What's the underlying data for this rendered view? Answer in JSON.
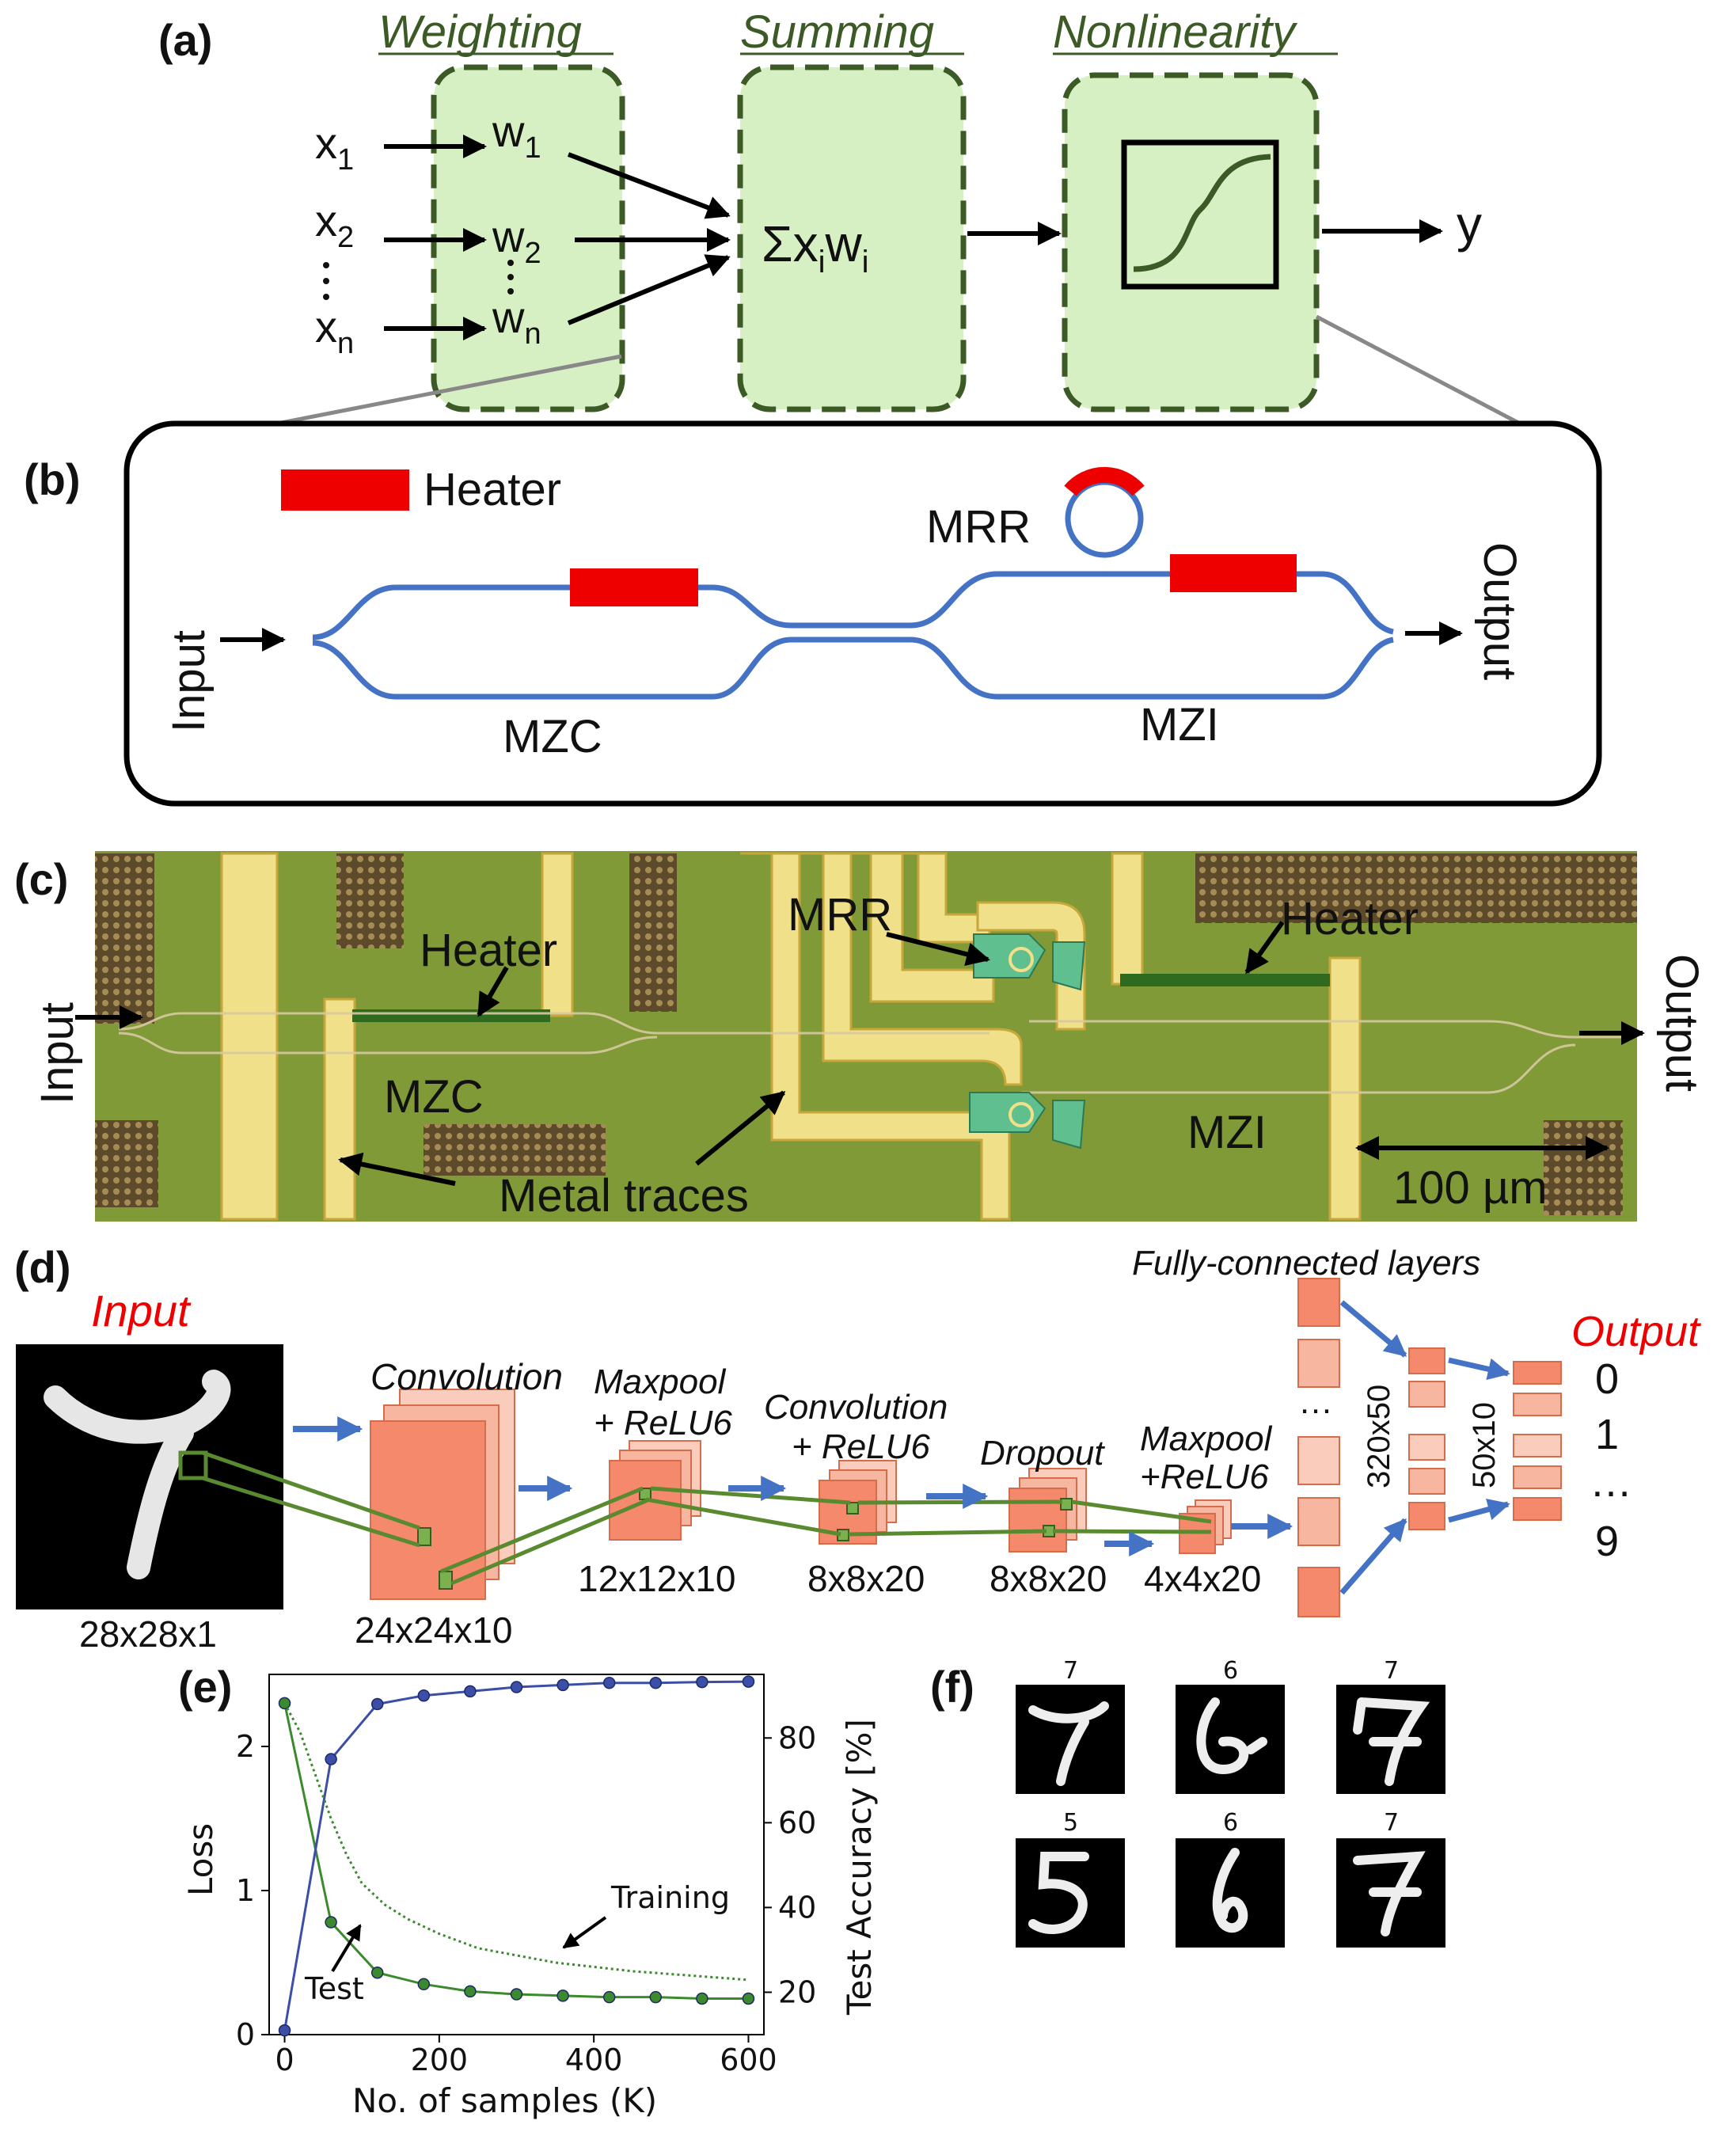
{
  "panel_a": {
    "label": "(a)",
    "stage_weighting": "Weighting",
    "stage_summing": "Summing",
    "stage_nonlinearity": "Nonlinearity",
    "x1": "x",
    "x1_sub": "1",
    "x2": "x",
    "x2_sub": "2",
    "xn": "x",
    "xn_sub": "n",
    "w1": "w",
    "w1_sub": "1",
    "w2": "w",
    "w2_sub": "2",
    "wn": "w",
    "wn_sub": "n",
    "sum_sigma": "Σx",
    "sum_i1": "i",
    "sum_w": "w",
    "sum_i2": "i",
    "output": "y",
    "colors": {
      "box_fill": "#d6f0c4",
      "box_border": "#3c5a25",
      "title": "#3c5a25"
    }
  },
  "panel_b": {
    "label": "(b)",
    "heater_legend": "Heater",
    "mrr": "MRR",
    "mzc": "MZC",
    "mzi": "MZI",
    "input": "Input",
    "output": "Output",
    "colors": {
      "waveguide": "#4472c4",
      "heater": "#ee0000"
    }
  },
  "panel_c": {
    "label": "(c)",
    "input": "Input",
    "output": "Output",
    "heater_left": "Heater",
    "heater_right": "Heater",
    "mrr": "MRR",
    "mzc": "MZC",
    "mzi": "MZI",
    "metal_traces": "Metal traces",
    "scale": "100 µm",
    "colors": {
      "chip": "#7f9a36",
      "metal": "#f0e08a",
      "heater": "#2f6b1f"
    }
  },
  "panel_d": {
    "label": "(d)",
    "input_title": "Input",
    "input_dim": "28x28x1",
    "conv1_title": "Convolution",
    "conv1_dim": "24x24x10",
    "pool1_title_1": "Maxpool",
    "pool1_title_2": "+ ReLU6",
    "pool1_dim": "12x12x10",
    "conv2_title_1": "Convolution",
    "conv2_title_2": "+ ReLU6",
    "conv2_dim": "8x8x20",
    "dropout_title": "Dropout",
    "dropout_dim": "8x8x20",
    "pool2_title_1": "Maxpool",
    "pool2_title_2": "+ReLU6",
    "pool2_dim": "4x4x20",
    "fc_title": "Fully-connected layers",
    "fc1_dim": "320x50",
    "fc2_dim": "50x10",
    "output_title": "Output",
    "out_0": "0",
    "out_1": "1",
    "out_dots": "…",
    "out_9": "9",
    "ellipsis": "…",
    "colors": {
      "arrow": "#4472c4",
      "layer": "#f4896b",
      "output_label": "#ee0000",
      "digits": "#4e8a2e"
    }
  },
  "chart_data": {
    "type": "line",
    "panel_label": "(e)",
    "xlabel": "No. of samples (K)",
    "ylabel_left": "Loss",
    "ylabel_right": "Test Accuracy [%]",
    "xlim": [
      -20,
      620
    ],
    "ylim_left": [
      0,
      2.5
    ],
    "ylim_right": [
      10,
      95
    ],
    "xticks": [
      0,
      200,
      400,
      600
    ],
    "yticks_left": [
      0,
      1,
      2
    ],
    "yticks_right": [
      20,
      40,
      60,
      80
    ],
    "annotation_training": "Training",
    "annotation_test": "Test",
    "series": [
      {
        "name": "Test",
        "axis": "left",
        "color": "#3c8a2e",
        "x": [
          0,
          60,
          120,
          180,
          240,
          300,
          360,
          420,
          480,
          540,
          600
        ],
        "y": [
          2.3,
          0.78,
          0.43,
          0.35,
          0.3,
          0.28,
          0.27,
          0.26,
          0.26,
          0.25,
          0.25
        ]
      },
      {
        "name": "Test Accuracy",
        "axis": "right",
        "color": "#3b4fa8",
        "x": [
          0,
          60,
          120,
          180,
          240,
          300,
          360,
          420,
          480,
          540,
          600
        ],
        "y": [
          11,
          75,
          88,
          90,
          91,
          92,
          92.5,
          93,
          93,
          93.2,
          93.3
        ]
      },
      {
        "name": "Training",
        "axis": "left",
        "color": "#3c8a2e",
        "style": "dotted",
        "x": [
          0,
          20,
          40,
          60,
          80,
          100,
          130,
          160,
          200,
          250,
          300,
          350,
          400,
          450,
          500,
          550,
          600
        ],
        "y": [
          2.3,
          2.1,
          1.8,
          1.5,
          1.25,
          1.05,
          0.9,
          0.8,
          0.7,
          0.6,
          0.55,
          0.5,
          0.47,
          0.44,
          0.42,
          0.4,
          0.38
        ]
      }
    ]
  },
  "panel_f": {
    "label": "(f)",
    "digit_labels": [
      "7",
      "6",
      "7",
      "5",
      "6",
      "7"
    ]
  }
}
